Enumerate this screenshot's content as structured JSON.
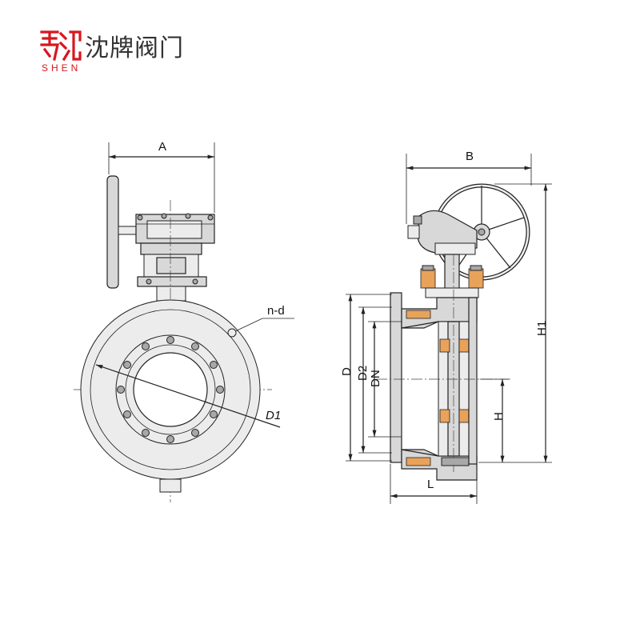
{
  "brand": {
    "name_cn": "沈牌阀门",
    "name_en": "SHEN",
    "logo_color": "#d7171f"
  },
  "drawing": {
    "front_view": {
      "labels": {
        "A": "A",
        "n_d": "n-d",
        "D1": "D1"
      }
    },
    "side_view": {
      "labels": {
        "B": "B",
        "H1": "H1",
        "D": "D",
        "D2": "D2",
        "DN": "DN",
        "H": "H",
        "L": "L"
      }
    }
  }
}
